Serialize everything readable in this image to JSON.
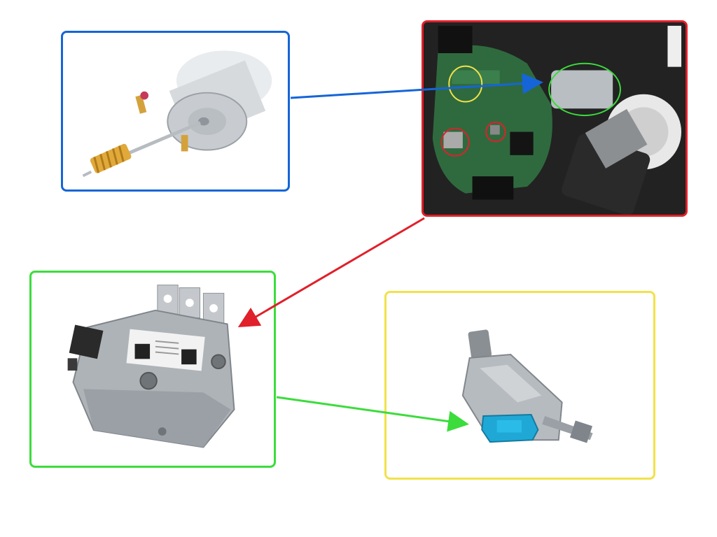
{
  "colors": {
    "blue": "#1565d8",
    "red": "#e0202a",
    "green": "#3cdc3c",
    "yellow": "#f2e24a"
  },
  "panels": [
    {
      "name": "motor-photo",
      "border_color": "#1565d8",
      "depicts": "dc-motor-with-worm-gear"
    },
    {
      "name": "pcb-photo",
      "border_color": "#e0202a",
      "depicts": "control-board-and-motor-assembly"
    },
    {
      "name": "module-photo",
      "border_color": "#3cdc3c",
      "depicts": "steering-lock-module"
    },
    {
      "name": "column-photo",
      "border_color": "#f2e24a",
      "depicts": "steering-column-with-lock-module"
    }
  ],
  "arrows": [
    {
      "from": "motor-photo",
      "to": "pcb-photo",
      "color": "#1565d8"
    },
    {
      "from": "pcb-photo",
      "to": "module-photo",
      "color": "#e0202a"
    },
    {
      "from": "module-photo",
      "to": "column-photo",
      "color": "#3cdc3c"
    }
  ]
}
